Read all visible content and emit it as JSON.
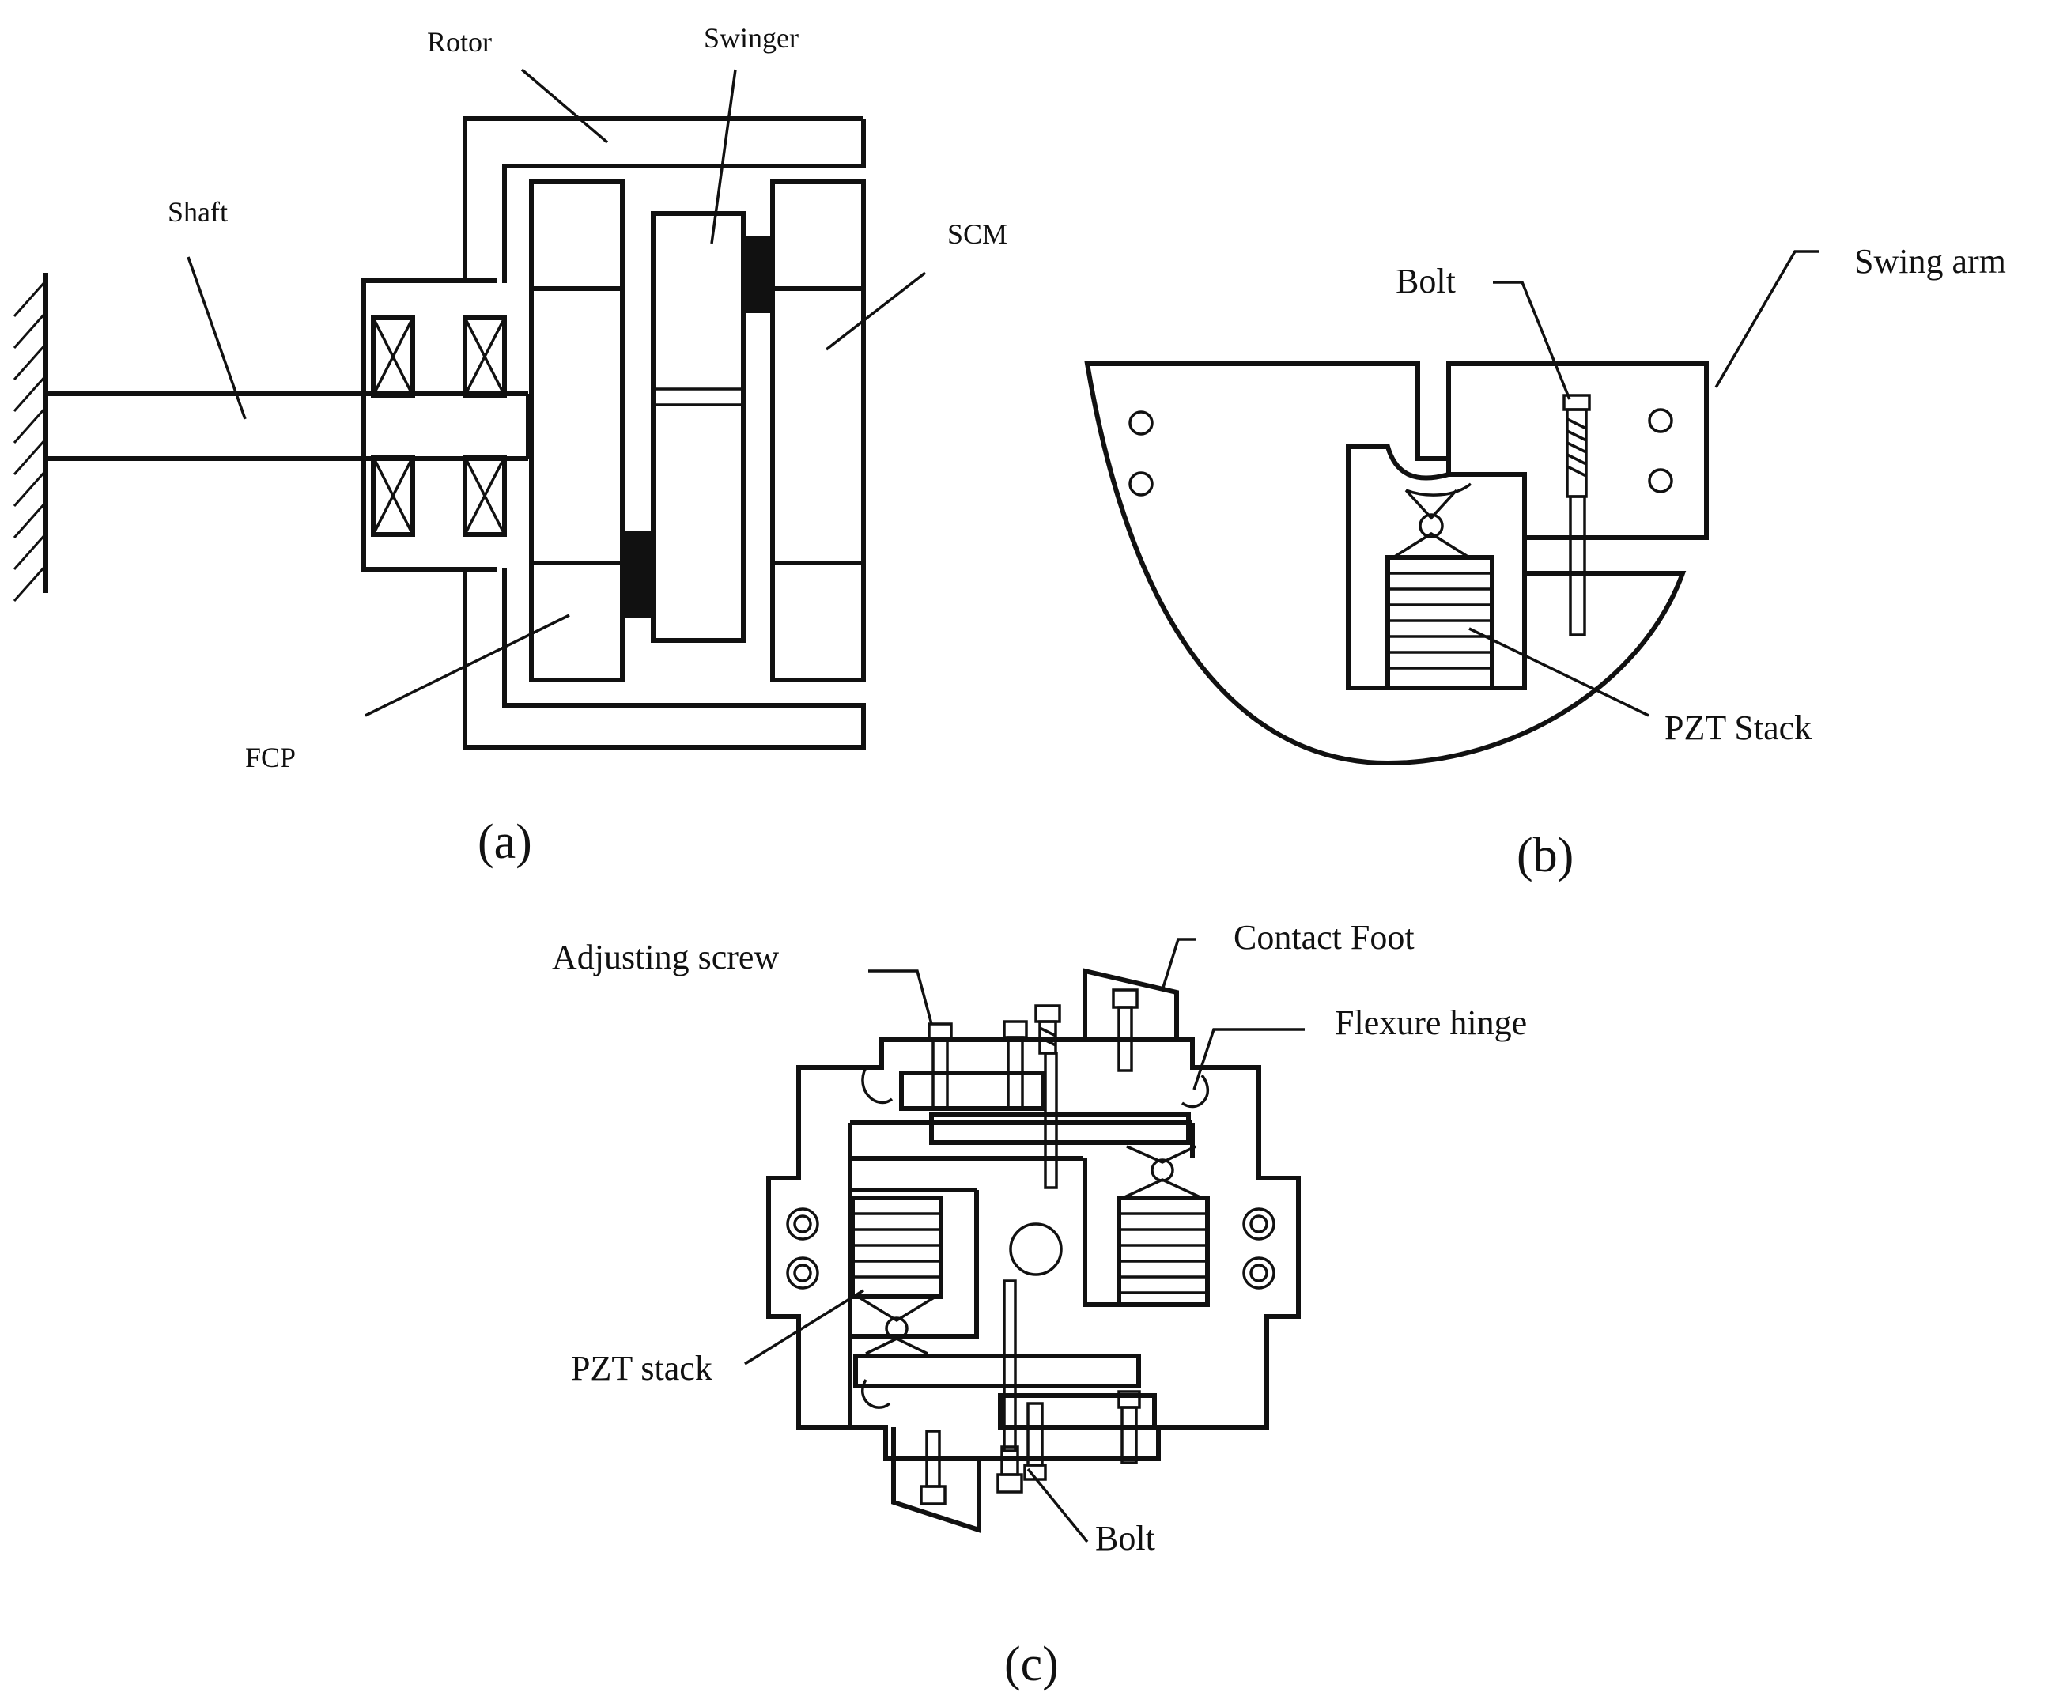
{
  "panels": {
    "a": {
      "caption": "(a)",
      "labels": {
        "rotor": "Rotor",
        "swinger": "Swinger",
        "shaft": "Shaft",
        "scm": "SCM",
        "fcp": "FCP"
      }
    },
    "b": {
      "caption": "(b)",
      "labels": {
        "bolt": "Bolt",
        "swing_arm": "Swing arm",
        "pzt_stack": "PZT Stack"
      }
    },
    "c": {
      "caption": "(c)",
      "labels": {
        "adjusting_screw": "Adjusting screw",
        "contact_foot": "Contact Foot",
        "flexure_hinge": "Flexure hinge",
        "pzt_stack": "PZT stack",
        "bolt": "Bolt"
      }
    }
  }
}
